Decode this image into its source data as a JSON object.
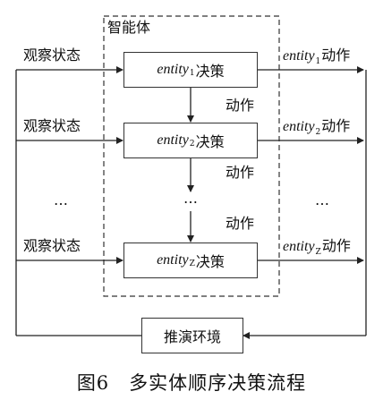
{
  "diagram": {
    "agent_label": "智能体",
    "observe_label": "观察状态",
    "action_label": "动作",
    "ellipsis": "…",
    "entity_word": "entity",
    "decision_word": "决策",
    "env_label": "推演环境",
    "entities": [
      {
        "sub": "1"
      },
      {
        "sub": "2"
      },
      {
        "sub": "Z"
      }
    ]
  },
  "caption": "图6　多实体顺序决策流程"
}
